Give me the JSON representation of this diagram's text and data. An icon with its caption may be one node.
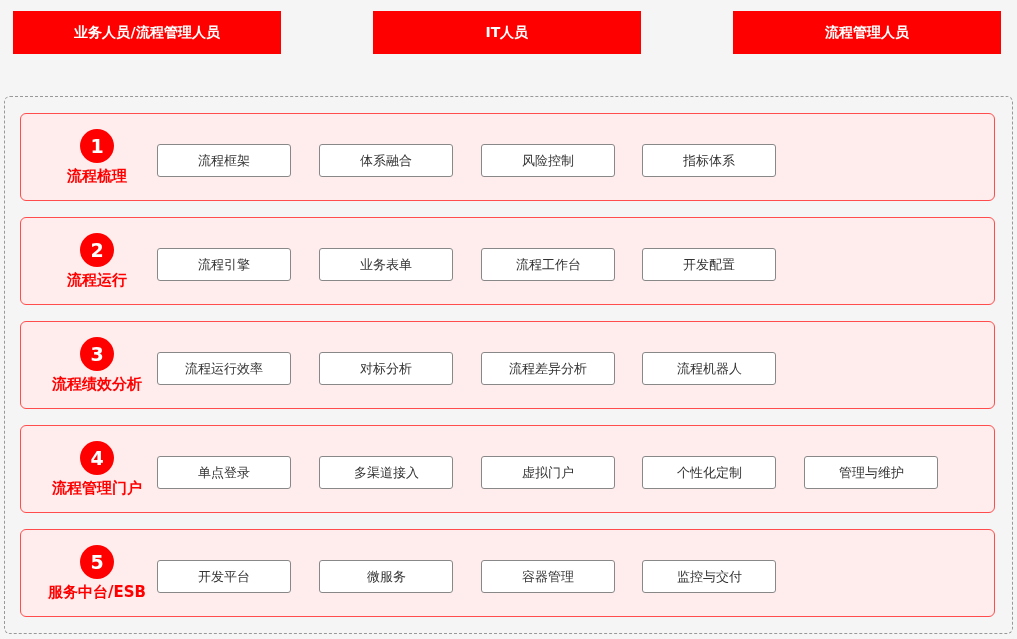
{
  "diagram": {
    "nodes": [
      {
        "text": [
          "业务人员/流程管理人员"
        ]
      },
      {
        "text": [
          "IT人员"
        ]
      },
      {
        "text": [
          "流程管理人员"
        ]
      },
      {
        "text": [],
        "shape": "box"
      },
      {
        "text": [
          "流程梳理"
        ],
        "in": 3
      },
      {
        "text": [
          "1"
        ],
        "in": 4
      },
      {
        "text": [
          "流程框架"
        ],
        "in": 4
      },
      {
        "text": [
          "体系融合"
        ],
        "in": 4
      },
      {
        "text": [
          "风险控制"
        ],
        "in": 4
      },
      {
        "text": [
          "指标体系"
        ],
        "in": 4
      },
      {
        "text": [
          "流程运行"
        ],
        "in": 3
      },
      {
        "text": [
          "2"
        ],
        "in": 10
      },
      {
        "text": [
          "流程引擎"
        ],
        "in": 10
      },
      {
        "text": [
          "业务表单"
        ],
        "in": 10
      },
      {
        "text": [
          "流程工作台"
        ],
        "in": 10
      },
      {
        "text": [
          "开发配置"
        ],
        "in": 10
      },
      {
        "text": [
          "流程绩效分析"
        ],
        "in": 3
      },
      {
        "text": [
          "3"
        ],
        "in": 16
      },
      {
        "text": [
          "流程运行效率"
        ],
        "in": 16
      },
      {
        "text": [
          "对标分析"
        ],
        "in": 16
      },
      {
        "text": [
          "流程差异分析"
        ],
        "in": 16
      },
      {
        "text": [
          "流程机器人"
        ],
        "in": 16
      },
      {
        "text": [
          "流程管理门户"
        ],
        "in": 3
      },
      {
        "text": [
          "4"
        ],
        "in": 22
      },
      {
        "text": [
          "单点登录"
        ],
        "in": 22
      },
      {
        "text": [
          "多渠道接入"
        ],
        "in": 22
      },
      {
        "text": [
          "虚拟门户"
        ],
        "in": 22
      },
      {
        "text": [
          "个性化定制"
        ],
        "in": 22
      },
      {
        "text": [
          "管理与维护"
        ],
        "in": 22
      },
      {
        "text": [
          "服务中台/ESB"
        ],
        "in": 3
      },
      {
        "text": [
          "5"
        ],
        "in": 29
      },
      {
        "text": [
          "开发平台"
        ],
        "in": 29
      },
      {
        "text": [
          "微服务"
        ],
        "in": 29
      },
      {
        "text": [
          "容器管理"
        ],
        "in": 29
      },
      {
        "text": [
          "监控与交付"
        ],
        "in": 29
      }
    ]
  }
}
